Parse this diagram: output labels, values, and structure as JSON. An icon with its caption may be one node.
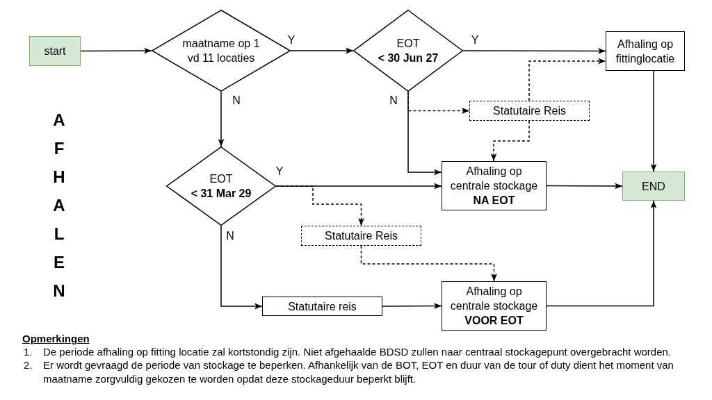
{
  "diagram": {
    "nodes": [
      {
        "text": [
          "start"
        ]
      },
      {
        "text": [
          "maatname op 1 vd 11 locaties"
        ]
      },
      {
        "text": [
          "EOT",
          "< 30 Jun 27"
        ]
      },
      {
        "text": [
          "Afhaling op fittinglocatie"
        ]
      },
      {
        "text": [
          "Statutaire Reis"
        ]
      },
      {
        "text": [
          "EOT",
          "< 31 Mar 29"
        ]
      },
      {
        "text": [
          "Afhaling op centrale stockage",
          "NA EOT"
        ]
      },
      {
        "text": [
          "END"
        ]
      },
      {
        "text": [
          "Statutaire Reis"
        ]
      },
      {
        "text": [
          "Statutaire reis"
        ]
      },
      {
        "text": [
          "Afhaling op centrale stockage",
          "VOOR EOT"
        ]
      }
    ],
    "edges": [
      {
        "from": 0,
        "to": 1,
        "arrow": "to"
      },
      {
        "from": 1,
        "to": 2,
        "arrow": "to",
        "label": "Y"
      },
      {
        "from": 1,
        "to": 5,
        "arrow": "to",
        "label": "N"
      },
      {
        "from": 2,
        "to": 3,
        "arrow": "to",
        "label": "Y"
      },
      {
        "from": 2,
        "to": 6,
        "arrow": "to",
        "label": "N"
      },
      {
        "from": 2,
        "to": 4,
        "arrow": "to",
        "style": "dashed"
      },
      {
        "from": 4,
        "to": 3,
        "arrow": "to",
        "style": "dashed"
      },
      {
        "from": 4,
        "to": 6,
        "arrow": "to",
        "style": "dashed"
      },
      {
        "from": 3,
        "to": 7,
        "arrow": "to"
      },
      {
        "from": 5,
        "to": 6,
        "arrow": "to",
        "label": "Y"
      },
      {
        "from": 5,
        "to": 8,
        "arrow": "to",
        "style": "dashed"
      },
      {
        "from": 8,
        "to": 10,
        "arrow": "to",
        "style": "dashed"
      },
      {
        "from": 5,
        "to": 9,
        "arrow": "to",
        "label": "N"
      },
      {
        "from": 9,
        "to": 10,
        "arrow": "to"
      },
      {
        "from": 6,
        "to": 7,
        "arrow": "to"
      },
      {
        "from": 10,
        "to": 7,
        "arrow": "to"
      }
    ],
    "labels": [
      "AFHALEN",
      "Opmerkingen",
      "1.",
      "De periode afhaling op fitting locatie zal kortstondig zijn. Niet afgehaalde BDSD zullen naar centraal stockagepunt overgebracht worden.",
      "2.",
      "Er wordt gevraagd de periode van stockage te beperken. Afhankelijk van de BOT, EOT en duur van de tour of duty dient het moment van maatname zorgvuldig gekozen te worden opdat deze stockageduur beperkt blijft."
    ]
  }
}
